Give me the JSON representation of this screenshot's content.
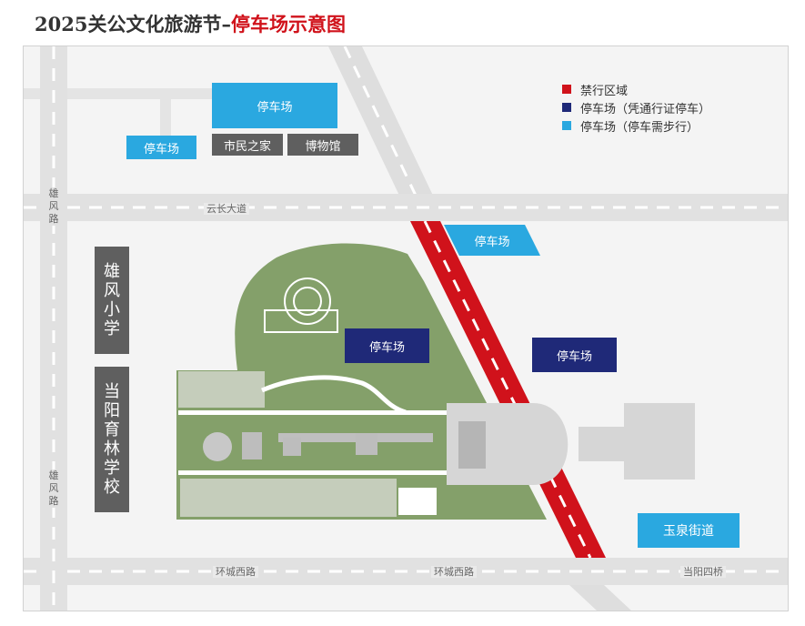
{
  "title": {
    "year_prefix": "2025关公文化旅游节–",
    "main": "停车场示意图"
  },
  "colors": {
    "forbidden": "#d0121b",
    "pass_parking": "#1f2978",
    "walk_parking": "#2aa8e0",
    "building": "#5f5f5f",
    "park_green": "#84a06a"
  },
  "legend": [
    {
      "label": "禁行区域",
      "color": "#d0121b"
    },
    {
      "label": "停车场（凭通行证停车）",
      "color": "#1f2978"
    },
    {
      "label": "停车场（停车需步行）",
      "color": "#2aa8e0"
    }
  ],
  "roads": {
    "yunchang": "云长大道",
    "xiongfeng_top": "雄风路",
    "xiongfeng_bottom": "雄风路",
    "huancheng_left": "环城西路",
    "huancheng_mid": "环城西路",
    "dangyang_bridge": "当阳四桥"
  },
  "parking": {
    "top_main": "停车场",
    "top_small": "停车场",
    "right_top": "停车场",
    "park_center": "停车场",
    "right_mid": "停车场"
  },
  "buildings": {
    "civic_home": "市民之家",
    "museum": "博物馆",
    "xiongfeng_school": "雄风小学",
    "dangyang_school": "当阳育林学校"
  },
  "places": {
    "yuquan": "玉泉街道"
  }
}
